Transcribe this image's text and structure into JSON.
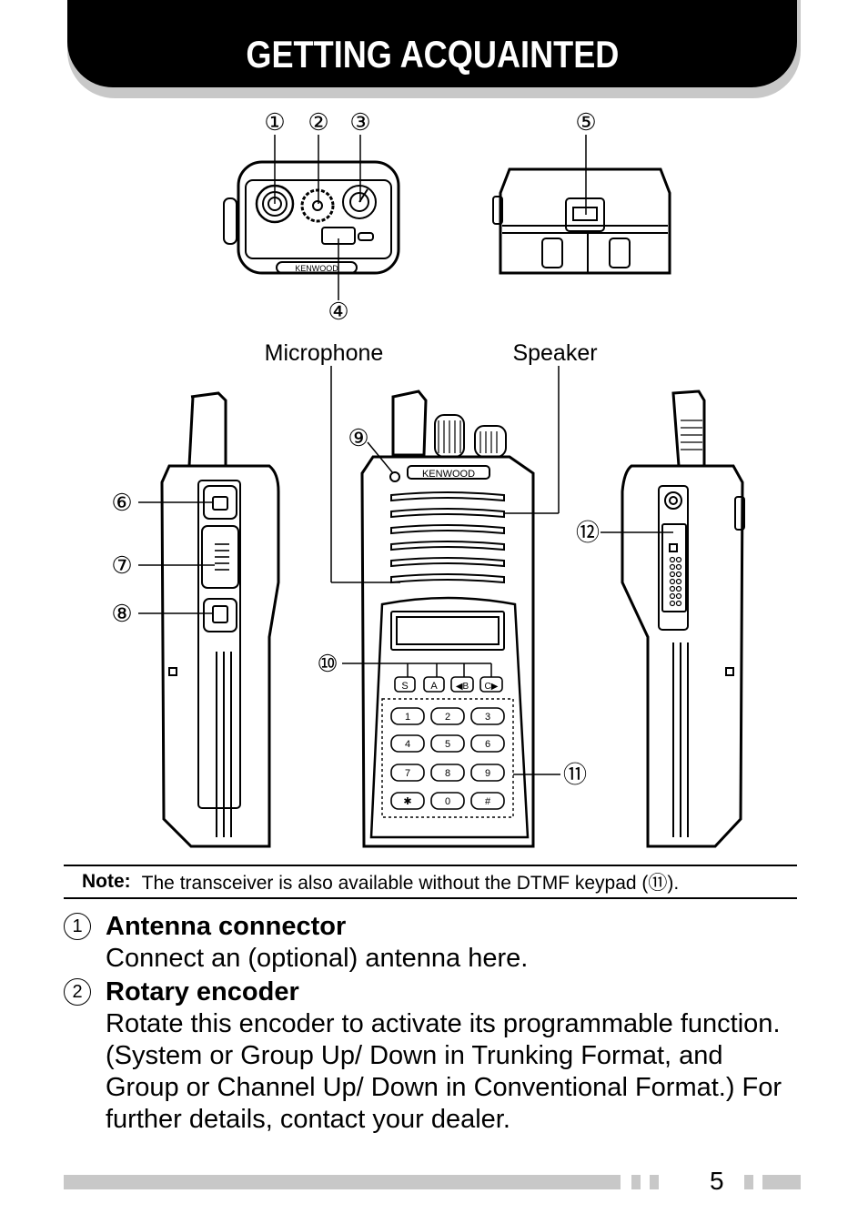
{
  "header": {
    "title": "GETTING ACQUAINTED"
  },
  "figure": {
    "callouts": [
      "①",
      "②",
      "③",
      "④",
      "⑤",
      "⑥",
      "⑦",
      "⑧",
      "⑨",
      "⑩",
      "⑪",
      "⑫"
    ],
    "label_microphone": "Microphone",
    "label_speaker": "Speaker",
    "brand": "KENWOOD",
    "function_keys": [
      "S",
      "A",
      "◀B",
      "C▶"
    ],
    "keypad_keys": [
      "1",
      "2",
      "3",
      "4",
      "5",
      "6",
      "7",
      "8",
      "9",
      "✱",
      "0",
      "#"
    ]
  },
  "note": {
    "label": "Note:",
    "text": "The transceiver is also available without the DTMF keypad (⑪)."
  },
  "items": [
    {
      "num": "1",
      "title": "Antenna connector",
      "desc": "Connect an (optional) antenna here."
    },
    {
      "num": "2",
      "title": "Rotary encoder",
      "desc": "Rotate this encoder to activate its programmable function.  (System or Group Up/ Down in Trunking Format, and Group or Channel Up/ Down in Conventional Format.)  For further details, contact your dealer."
    }
  ],
  "footer": {
    "page_number": "5"
  }
}
